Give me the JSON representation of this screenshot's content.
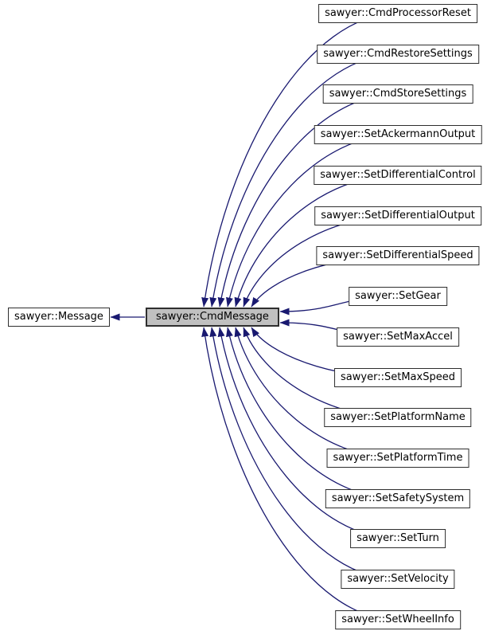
{
  "diagram": {
    "kind": "class-inheritance-graph",
    "base_node": {
      "label": "sawyer::Message"
    },
    "center_node": {
      "label": "sawyer::CmdMessage"
    },
    "derived_nodes": [
      {
        "label": "sawyer::CmdProcessorReset"
      },
      {
        "label": "sawyer::CmdRestoreSettings"
      },
      {
        "label": "sawyer::CmdStoreSettings"
      },
      {
        "label": "sawyer::SetAckermannOutput"
      },
      {
        "label": "sawyer::SetDifferentialControl"
      },
      {
        "label": "sawyer::SetDifferentialOutput"
      },
      {
        "label": "sawyer::SetDifferentialSpeed"
      },
      {
        "label": "sawyer::SetGear"
      },
      {
        "label": "sawyer::SetMaxAccel"
      },
      {
        "label": "sawyer::SetMaxSpeed"
      },
      {
        "label": "sawyer::SetPlatformName"
      },
      {
        "label": "sawyer::SetPlatformTime"
      },
      {
        "label": "sawyer::SetSafetySystem"
      },
      {
        "label": "sawyer::SetTurn"
      },
      {
        "label": "sawyer::SetVelocity"
      },
      {
        "label": "sawyer::SetWheelInfo"
      }
    ],
    "colors": {
      "edge": "#191970",
      "node_border": "#2e2e2e",
      "node_fill": "#ffffff",
      "center_fill": "#c0c0c0",
      "background": "#ffffff",
      "text": "#000000"
    }
  }
}
